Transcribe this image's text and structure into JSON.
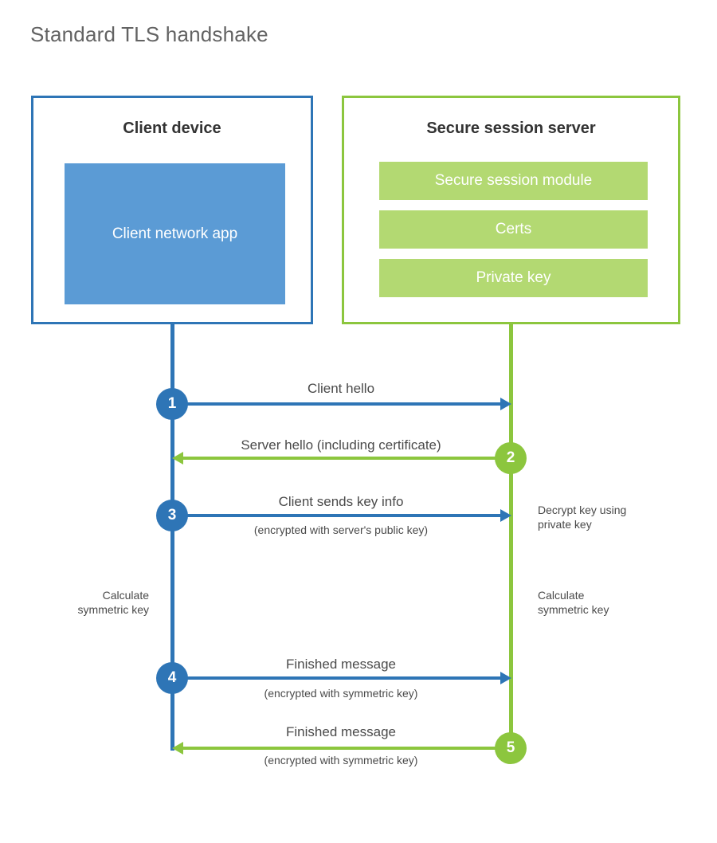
{
  "title": "Standard TLS handshake",
  "colors": {
    "client_accent": "#2E75B6",
    "client_fill": "#5B9BD5",
    "server_accent": "#8CC63E",
    "server_fill": "#B3D972",
    "title_text": "#636363",
    "body_text": "#4a4a4a",
    "heading_text": "#333333",
    "background": "#ffffff"
  },
  "client": {
    "title": "Client device",
    "app_label": "Client network app"
  },
  "server": {
    "title": "Secure session server",
    "blocks": [
      {
        "label": "Secure session module"
      },
      {
        "label": "Certs"
      },
      {
        "label": "Private key"
      }
    ]
  },
  "steps": [
    {
      "number": "1",
      "label": "Client hello",
      "sublabel": "",
      "direction": "client-to-server",
      "color": "#2E75B6"
    },
    {
      "number": "2",
      "label": "Server hello (including certificate)",
      "sublabel": "",
      "direction": "server-to-client",
      "color": "#8CC63E"
    },
    {
      "number": "3",
      "label": "Client sends key info",
      "sublabel": "(encrypted with server's public key)",
      "direction": "client-to-server",
      "color": "#2E75B6"
    },
    {
      "number": "4",
      "label": "Finished message",
      "sublabel": "(encrypted with symmetric key)",
      "direction": "client-to-server",
      "color": "#2E75B6"
    },
    {
      "number": "5",
      "label": "Finished message",
      "sublabel": "(encrypted with symmetric key)",
      "direction": "server-to-client",
      "color": "#8CC63E"
    }
  ],
  "notes": {
    "server_decrypt": "Decrypt key using\nprivate key",
    "client_calculate": "Calculate\nsymmetric key",
    "server_calculate": "Calculate\nsymmetric key"
  }
}
